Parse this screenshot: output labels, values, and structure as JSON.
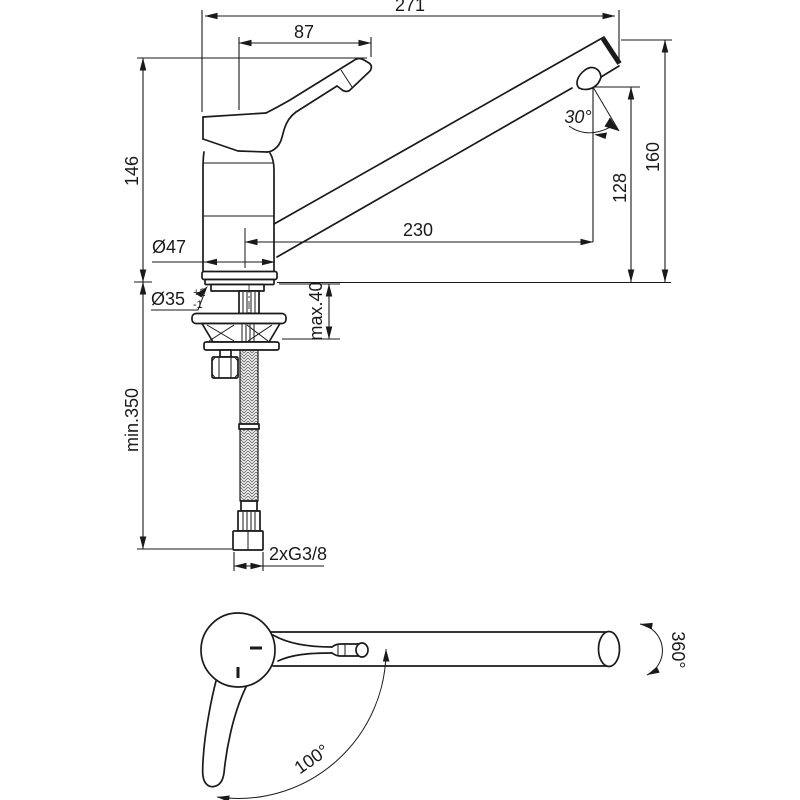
{
  "drawing": {
    "type": "faucet-technical-dimension-drawing",
    "colors": {
      "line": "#1a1a1a",
      "background": "#ffffff"
    },
    "side_view": {
      "dim_total_reach": "271",
      "dim_handle_projection": "87",
      "dim_height_to_handle": "146",
      "dim_body_diameter": "Ø47",
      "dim_hole_diameter": "Ø35",
      "hole_tolerance_plus": "+2",
      "hole_tolerance_minus": "-1",
      "dim_max_deck_thickness": "max.40",
      "dim_min_hose_length": "min.350",
      "dim_spout_reach": "230",
      "dim_outlet_height": "128",
      "dim_spout_top_height": "160",
      "dim_spout_angle": "30°",
      "dim_supply_connection": "2xG3/8"
    },
    "top_view": {
      "dim_handle_swivel": "100°",
      "dim_spout_swivel": "360°"
    }
  }
}
